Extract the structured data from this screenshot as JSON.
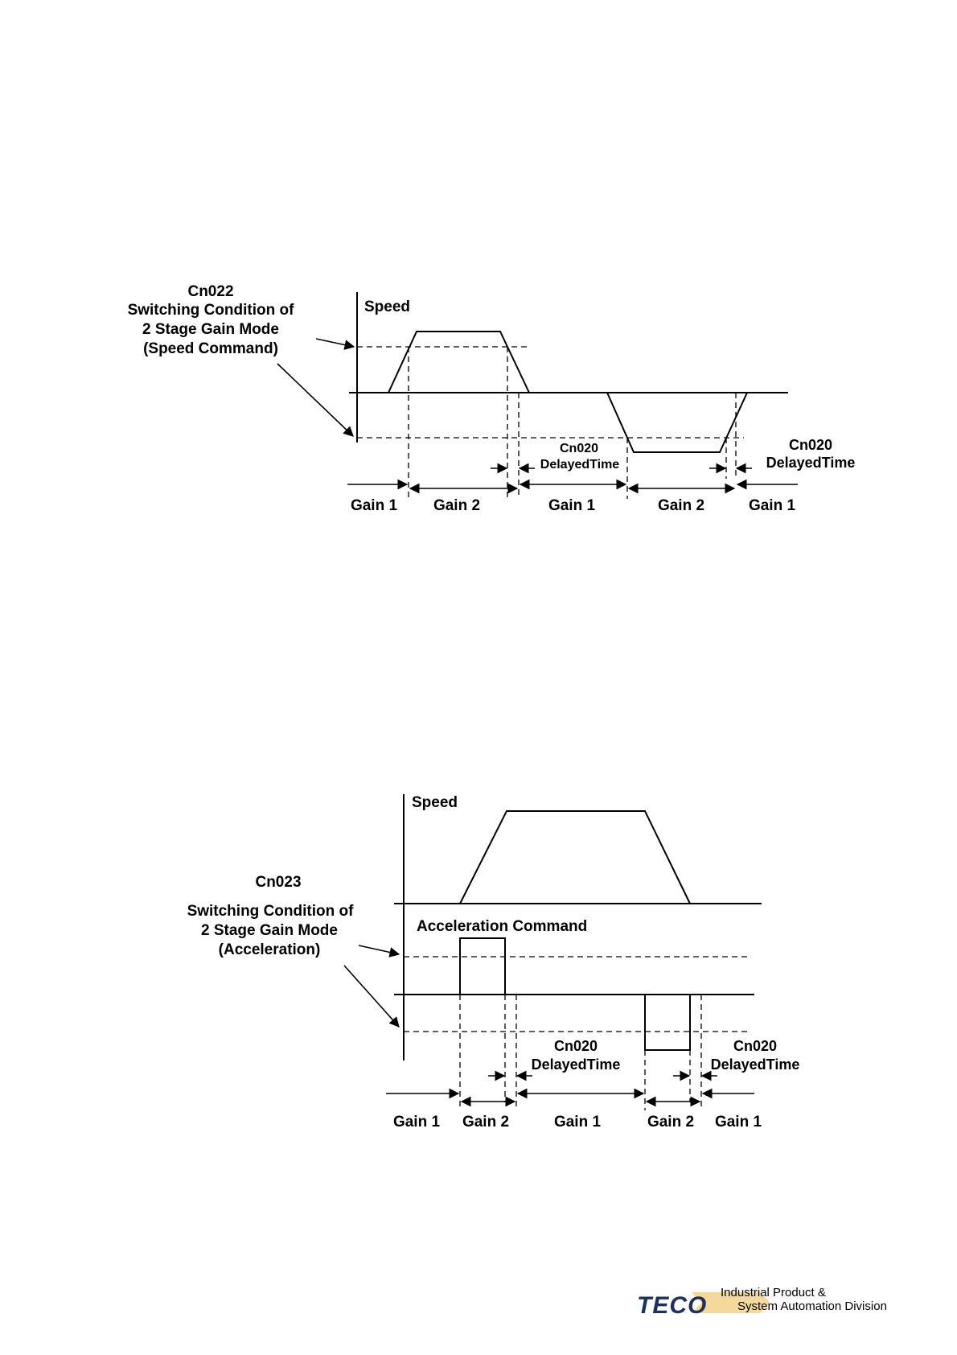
{
  "diagram1": {
    "condition_lines": [
      "Cn022",
      "Switching Condition of",
      "2 Stage Gain Mode",
      "(Speed Command)"
    ],
    "speed_label": "Speed",
    "delay_center": [
      "Cn020",
      "DelayedTime"
    ],
    "delay_right": [
      "Cn020",
      "DelayedTime"
    ],
    "gains": [
      "Gain 1",
      "Gain 2",
      "Gain 1",
      "Gain 2",
      "Gain 1"
    ]
  },
  "diagram2": {
    "condition_lines": [
      "Cn023",
      "Switching Condition of",
      "2 Stage Gain Mode",
      "(Acceleration)"
    ],
    "speed_label": "Speed",
    "accel_label": "Acceleration Command",
    "delay_center": [
      "Cn020",
      "DelayedTime"
    ],
    "delay_right": [
      "Cn020",
      "DelayedTime"
    ],
    "gains": [
      "Gain 1",
      "Gain 2",
      "Gain 1",
      "Gain 2",
      "Gain 1"
    ]
  },
  "logo": {
    "brand": "TECO",
    "line1": "Industrial Product &",
    "line2": "System Automation Division",
    "accent_color": "#f5d99a",
    "brand_color": "#1f2f5e"
  }
}
